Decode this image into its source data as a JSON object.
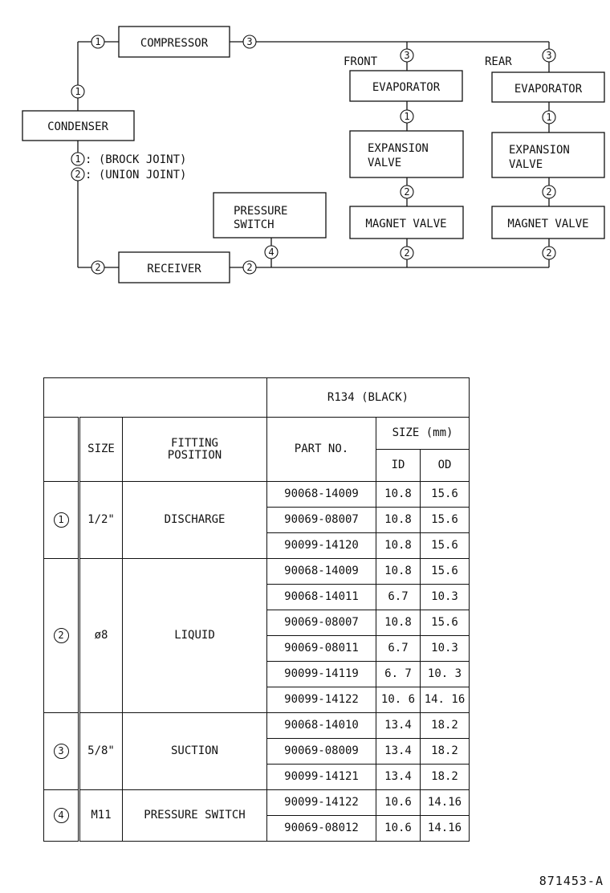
{
  "diagram": {
    "compressor": "COMPRESSOR",
    "condenser": "CONDENSER",
    "receiver": "RECEIVER",
    "pressure_switch": [
      "PRESSURE",
      "SWITCH"
    ],
    "front_label": "FRONT",
    "rear_label": "REAR",
    "front": {
      "evaporator": "EVAPORATOR",
      "expansion_valve": [
        "EXPANSION",
        "VALVE"
      ],
      "magnet_valve": "MAGNET VALVE"
    },
    "rear": {
      "evaporator": "EVAPORATOR",
      "expansion_valve": [
        "EXPANSION",
        "VALVE"
      ],
      "magnet_valve": "MAGNET VALVE"
    },
    "legend": [
      {
        "num": "1",
        "text": ": (BROCK JOINT)"
      },
      {
        "num": "2",
        "text": ": (UNION JOINT)"
      }
    ],
    "markers": {
      "compressor_in": "1",
      "compressor_out": "3",
      "condenser_top": "1",
      "receiver_in": "2",
      "receiver_out": "2",
      "pressure_switch": "4",
      "front_evap_in": "3",
      "front_evap_out": "1",
      "front_exp_out": "2",
      "front_mag_out": "2",
      "rear_evap_in": "3",
      "rear_evap_out": "1",
      "rear_exp_out": "2",
      "rear_mag_out": "2"
    }
  },
  "table": {
    "refrigerant_header": "R134 (BLACK)",
    "col_size": "SIZE",
    "col_fitting": [
      "FITTING",
      "POSITION"
    ],
    "col_part": "PART NO.",
    "col_size_mm": "SIZE (mm)",
    "col_id": "ID",
    "col_od": "OD",
    "groups": [
      {
        "num": "1",
        "size": "1/2\"",
        "position": "DISCHARGE",
        "rows": [
          {
            "part": "90068-14009",
            "id": "10.8",
            "od": "15.6"
          },
          {
            "part": "90069-08007",
            "id": "10.8",
            "od": "15.6"
          },
          {
            "part": "90099-14120",
            "id": "10.8",
            "od": "15.6"
          }
        ]
      },
      {
        "num": "2",
        "size": "ø8",
        "position": "LIQUID",
        "rows": [
          {
            "part": "90068-14009",
            "id": "10.8",
            "od": "15.6"
          },
          {
            "part": "90068-14011",
            "id": "6.7",
            "od": "10.3"
          },
          {
            "part": "90069-08007",
            "id": "10.8",
            "od": "15.6"
          },
          {
            "part": "90069-08011",
            "id": "6.7",
            "od": "10.3"
          },
          {
            "part": "90099-14119",
            "id": "6. 7",
            "od": "10. 3"
          },
          {
            "part": "90099-14122",
            "id": "10. 6",
            "od": "14. 16"
          }
        ]
      },
      {
        "num": "3",
        "size": "5/8\"",
        "position": "SUCTION",
        "rows": [
          {
            "part": "90068-14010",
            "id": "13.4",
            "od": "18.2"
          },
          {
            "part": "90069-08009",
            "id": "13.4",
            "od": "18.2"
          },
          {
            "part": "90099-14121",
            "id": "13.4",
            "od": "18.2"
          }
        ]
      },
      {
        "num": "4",
        "size": "M11",
        "position": "PRESSURE SWITCH",
        "rows": [
          {
            "part": "90099-14122",
            "id": "10.6",
            "od": "14.16"
          },
          {
            "part": "90069-08012",
            "id": "10.6",
            "od": "14.16"
          }
        ]
      }
    ]
  },
  "drawing_number": "871453-A"
}
